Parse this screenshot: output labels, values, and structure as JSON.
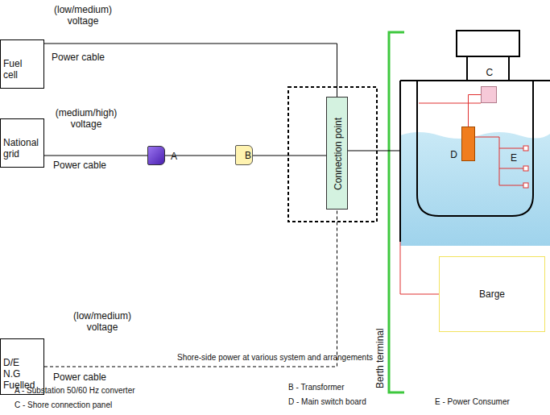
{
  "diagram": {
    "caption": "Shore-side power at various system and arrangements",
    "nodes": [
      {
        "text": [
          "Fuel cell"
        ]
      },
      {
        "text": [
          "National grid"
        ]
      },
      {
        "text": [
          "A"
        ]
      },
      {
        "text": [
          "B"
        ]
      },
      {
        "text": [
          "Connection point"
        ]
      },
      {
        "text": [
          "D/E N.G Fuelled"
        ]
      },
      {
        "text": [
          "C"
        ]
      },
      {
        "text": [
          "D"
        ]
      },
      {
        "text": [
          "Barge"
        ]
      }
    ],
    "edges": [
      {
        "from": 0,
        "to": 4,
        "arrow": "none"
      },
      {
        "from": 1,
        "to": 2,
        "arrow": "none"
      },
      {
        "from": 2,
        "to": 3,
        "arrow": "none"
      },
      {
        "from": 3,
        "to": 4,
        "arrow": "none"
      },
      {
        "from": 5,
        "to": 4,
        "arrow": "none"
      },
      {
        "from": 6,
        "to": 7,
        "arrow": "none"
      }
    ],
    "labels": [
      "(low/medium) voltage",
      "Power cable",
      "(medium/high) voltage",
      "Power cable",
      "(low/medium) voltage",
      "Power cable",
      "Berth terminal",
      "E",
      "A - Substation 50/60 Hz converter",
      "C - Shore connection panel",
      "B - Transformer",
      "D - Main switch board",
      "E - Power Consumer"
    ]
  }
}
